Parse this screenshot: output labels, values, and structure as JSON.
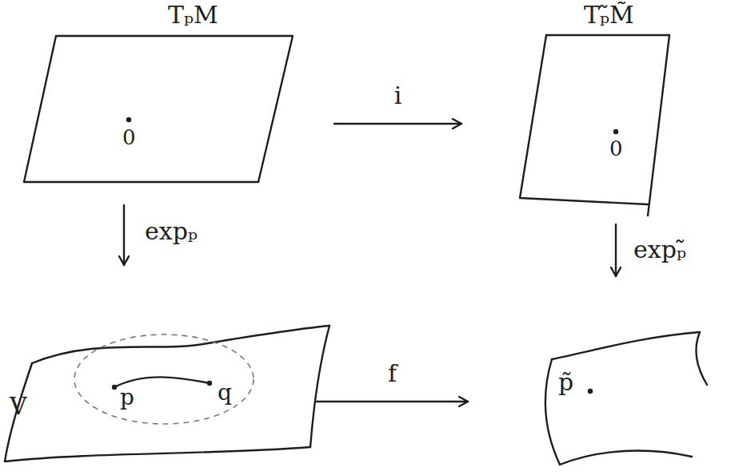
{
  "diagram": {
    "nodes": [
      {
        "text": [
          "TₚM",
          "0"
        ]
      },
      {
        "text": [
          "Tₚ̃M̃",
          "0"
        ]
      },
      {
        "text": [
          "V",
          "p",
          "q"
        ]
      },
      {
        "text": [
          "p̃"
        ]
      }
    ],
    "edges": [
      {
        "from": 0,
        "to": 1,
        "label": "i",
        "arrow": "to"
      },
      {
        "from": 0,
        "to": 2,
        "label": "expₚ",
        "arrow": "to"
      },
      {
        "from": 1,
        "to": 3,
        "label": "expₚ̃",
        "arrow": "to"
      },
      {
        "from": 2,
        "to": 3,
        "label": "f",
        "arrow": "to"
      }
    ]
  }
}
